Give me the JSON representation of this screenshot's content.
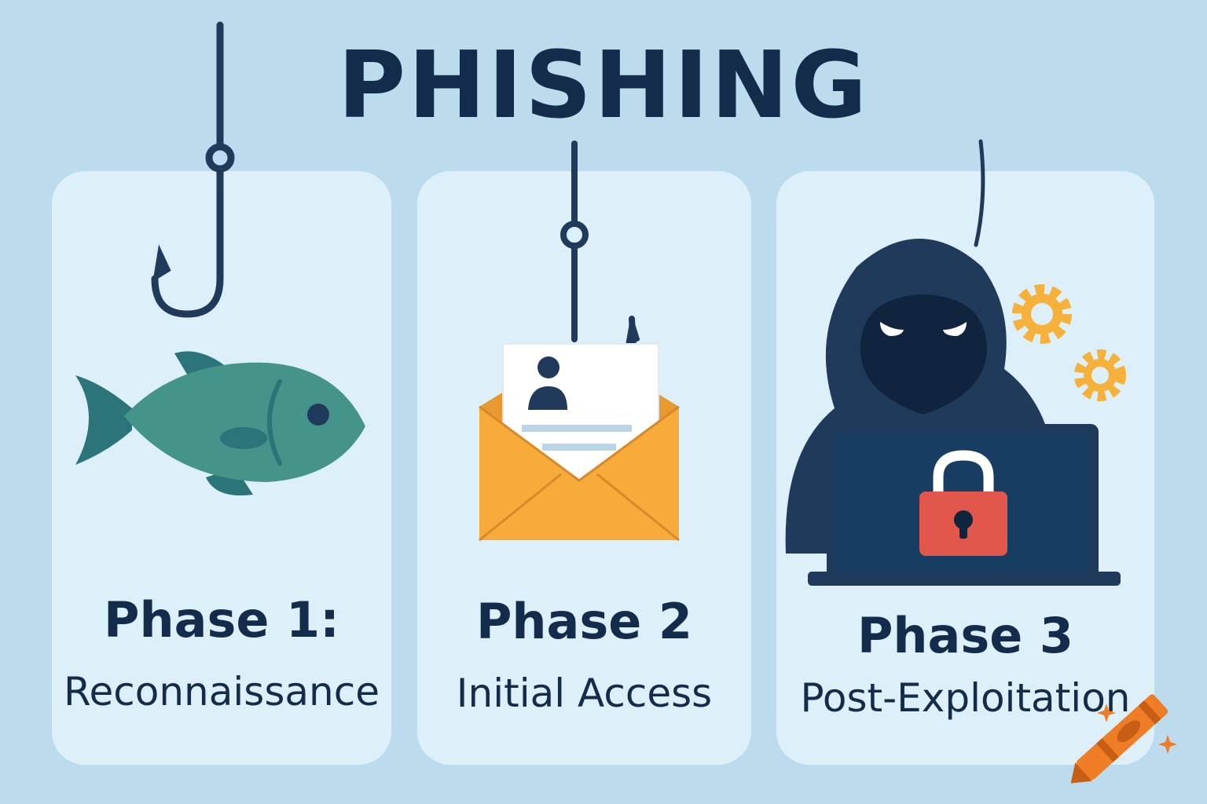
{
  "title": "PHISHING",
  "phases": [
    {
      "heading": "Phase 1:",
      "label": "Reconnaissance",
      "icon": "fish-hook-icon"
    },
    {
      "heading": "Phase 2",
      "label": "Initial Access",
      "icon": "envelope-icon"
    },
    {
      "heading": "Phase 3",
      "label": "Post-Exploitation",
      "icon": "hacker-laptop-icon"
    }
  ],
  "colors": {
    "background": "#bcdcee",
    "card": "#ddeff9",
    "navy": "#132c4c",
    "fish": "#44948a",
    "envelope": "#f6ab3b",
    "gear": "#f5b13c",
    "lock": "#e2574c",
    "crayon": "#ef7d25"
  }
}
